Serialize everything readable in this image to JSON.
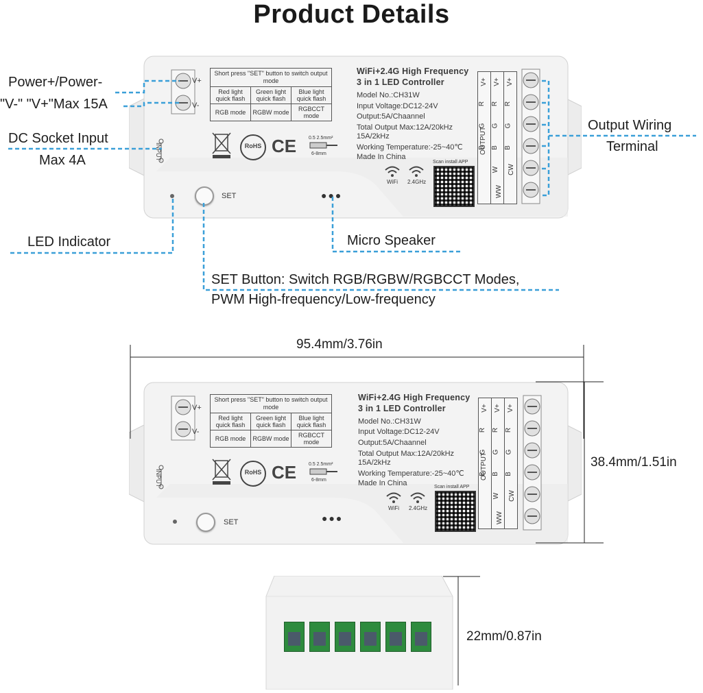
{
  "title": "Product Details",
  "callouts": {
    "power": [
      "Power+/Power-",
      "\"V-\" \"V+\"Max 15A"
    ],
    "dc": [
      "DC Socket Input",
      "Max 4A"
    ],
    "output": [
      "Output Wiring",
      "Terminal"
    ],
    "led": "LED Indicator",
    "speaker": "Micro Speaker",
    "set": [
      "SET Button: Switch RGB/RGBW/RGBCCT Modes,",
      "PWM High-frequency/Low-frequency"
    ]
  },
  "device": {
    "mode_header": "Short press \"SET\" button to switch output mode",
    "mode_flash": [
      "Red light quick flash",
      "Green light quick flash",
      "Blue light quick flash"
    ],
    "mode_names": [
      "RGB mode",
      "RGBW mode",
      "RGBCCT mode"
    ],
    "heading1": "WiFi+2.4G High Frequency",
    "heading2": "3 in 1 LED Controller",
    "specs": [
      "Model No.:CH31W",
      "Input Voltage:DC12-24V",
      "Output:5A/Chaannel",
      "Total Output Max:12A/20kHz",
      "15A/2kHz",
      "Working Temperature:-25~40℃",
      "Made In China"
    ],
    "left_terminals": [
      "V+",
      "V-"
    ],
    "input_label": "INPUT",
    "set_label": "SET",
    "wifi_label": "WiFi",
    "rf_label": "2.4GHz",
    "scan_label": "Scan install APP",
    "output_label": "OUTPUT",
    "rgb_col": [
      "V+",
      "R",
      "G",
      "B",
      "",
      ""
    ],
    "rgbw_col": [
      "V+",
      "R",
      "G",
      "B",
      "W",
      "WW"
    ],
    "rgbcct_col": [
      "V+",
      "R",
      "G",
      "B",
      "CW",
      ""
    ],
    "wire_top": "0.5 2.5mm²",
    "wire_bot": "6-8mm",
    "rohs": "RoHS",
    "ce": "CE"
  },
  "dimensions": {
    "width": "95.4mm/3.76in",
    "height": "38.4mm/1.51in",
    "depth": "22mm/0.87in"
  },
  "colors": {
    "dash": "#3a9fd8",
    "device_body": "#f1f1f1",
    "terminal_green": "#2e8b3e"
  }
}
